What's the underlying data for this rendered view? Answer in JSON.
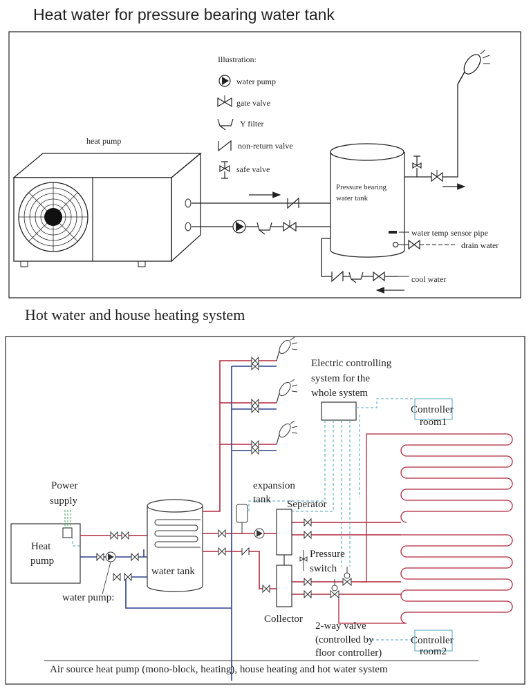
{
  "section1": {
    "title": "Heat water for pressure bearing water tank",
    "legend": {
      "heading": "Illustration:",
      "items": [
        {
          "icon": "water-pump-icon",
          "label": "water pump"
        },
        {
          "icon": "gate-valve-icon",
          "label": "gate valve"
        },
        {
          "icon": "y-filter-icon",
          "label": "Y filter"
        },
        {
          "icon": "non-return-valve-icon",
          "label": "non-return valve"
        },
        {
          "icon": "safe-valve-icon",
          "label": "safe valve"
        }
      ]
    },
    "heat_pump_label": "heat pump",
    "tank_label_1": "Pressure bearing",
    "tank_label_2": "water tank",
    "sensor_label": "water temp sensor pipe",
    "drain_label": "drain water",
    "cool_label": "cool water"
  },
  "section2": {
    "title": "Hot water and house heating system",
    "power_supply_1": "Power",
    "power_supply_2": "supply",
    "heat_pump_1": "Heat",
    "heat_pump_2": "pump",
    "water_pump": "water pump:",
    "water_tank": "water tank",
    "expansion_1": "expansion",
    "expansion_2": "tank",
    "separator": "Seperator",
    "pressure_1": "Pressure",
    "pressure_2": "switch",
    "collector": "Collector",
    "valve_1": "2-way valve",
    "valve_2": "(controlled by",
    "valve_3": "floor controller)",
    "electric_1": "Electric controlling",
    "electric_2": "system for the",
    "electric_3": "whole system",
    "controller1_1": "Controller",
    "controller1_2": "room1",
    "controller2_1": "Controller",
    "controller2_2": "room2",
    "caption": "Air source heat pump (mono-block, heating), house heating and hot water system"
  },
  "colors": {
    "hot_pipe": "#b0263a",
    "cold_pipe": "#2b3f8a",
    "control_line": "#4aa3b8",
    "power_line": "#3aa35a"
  }
}
